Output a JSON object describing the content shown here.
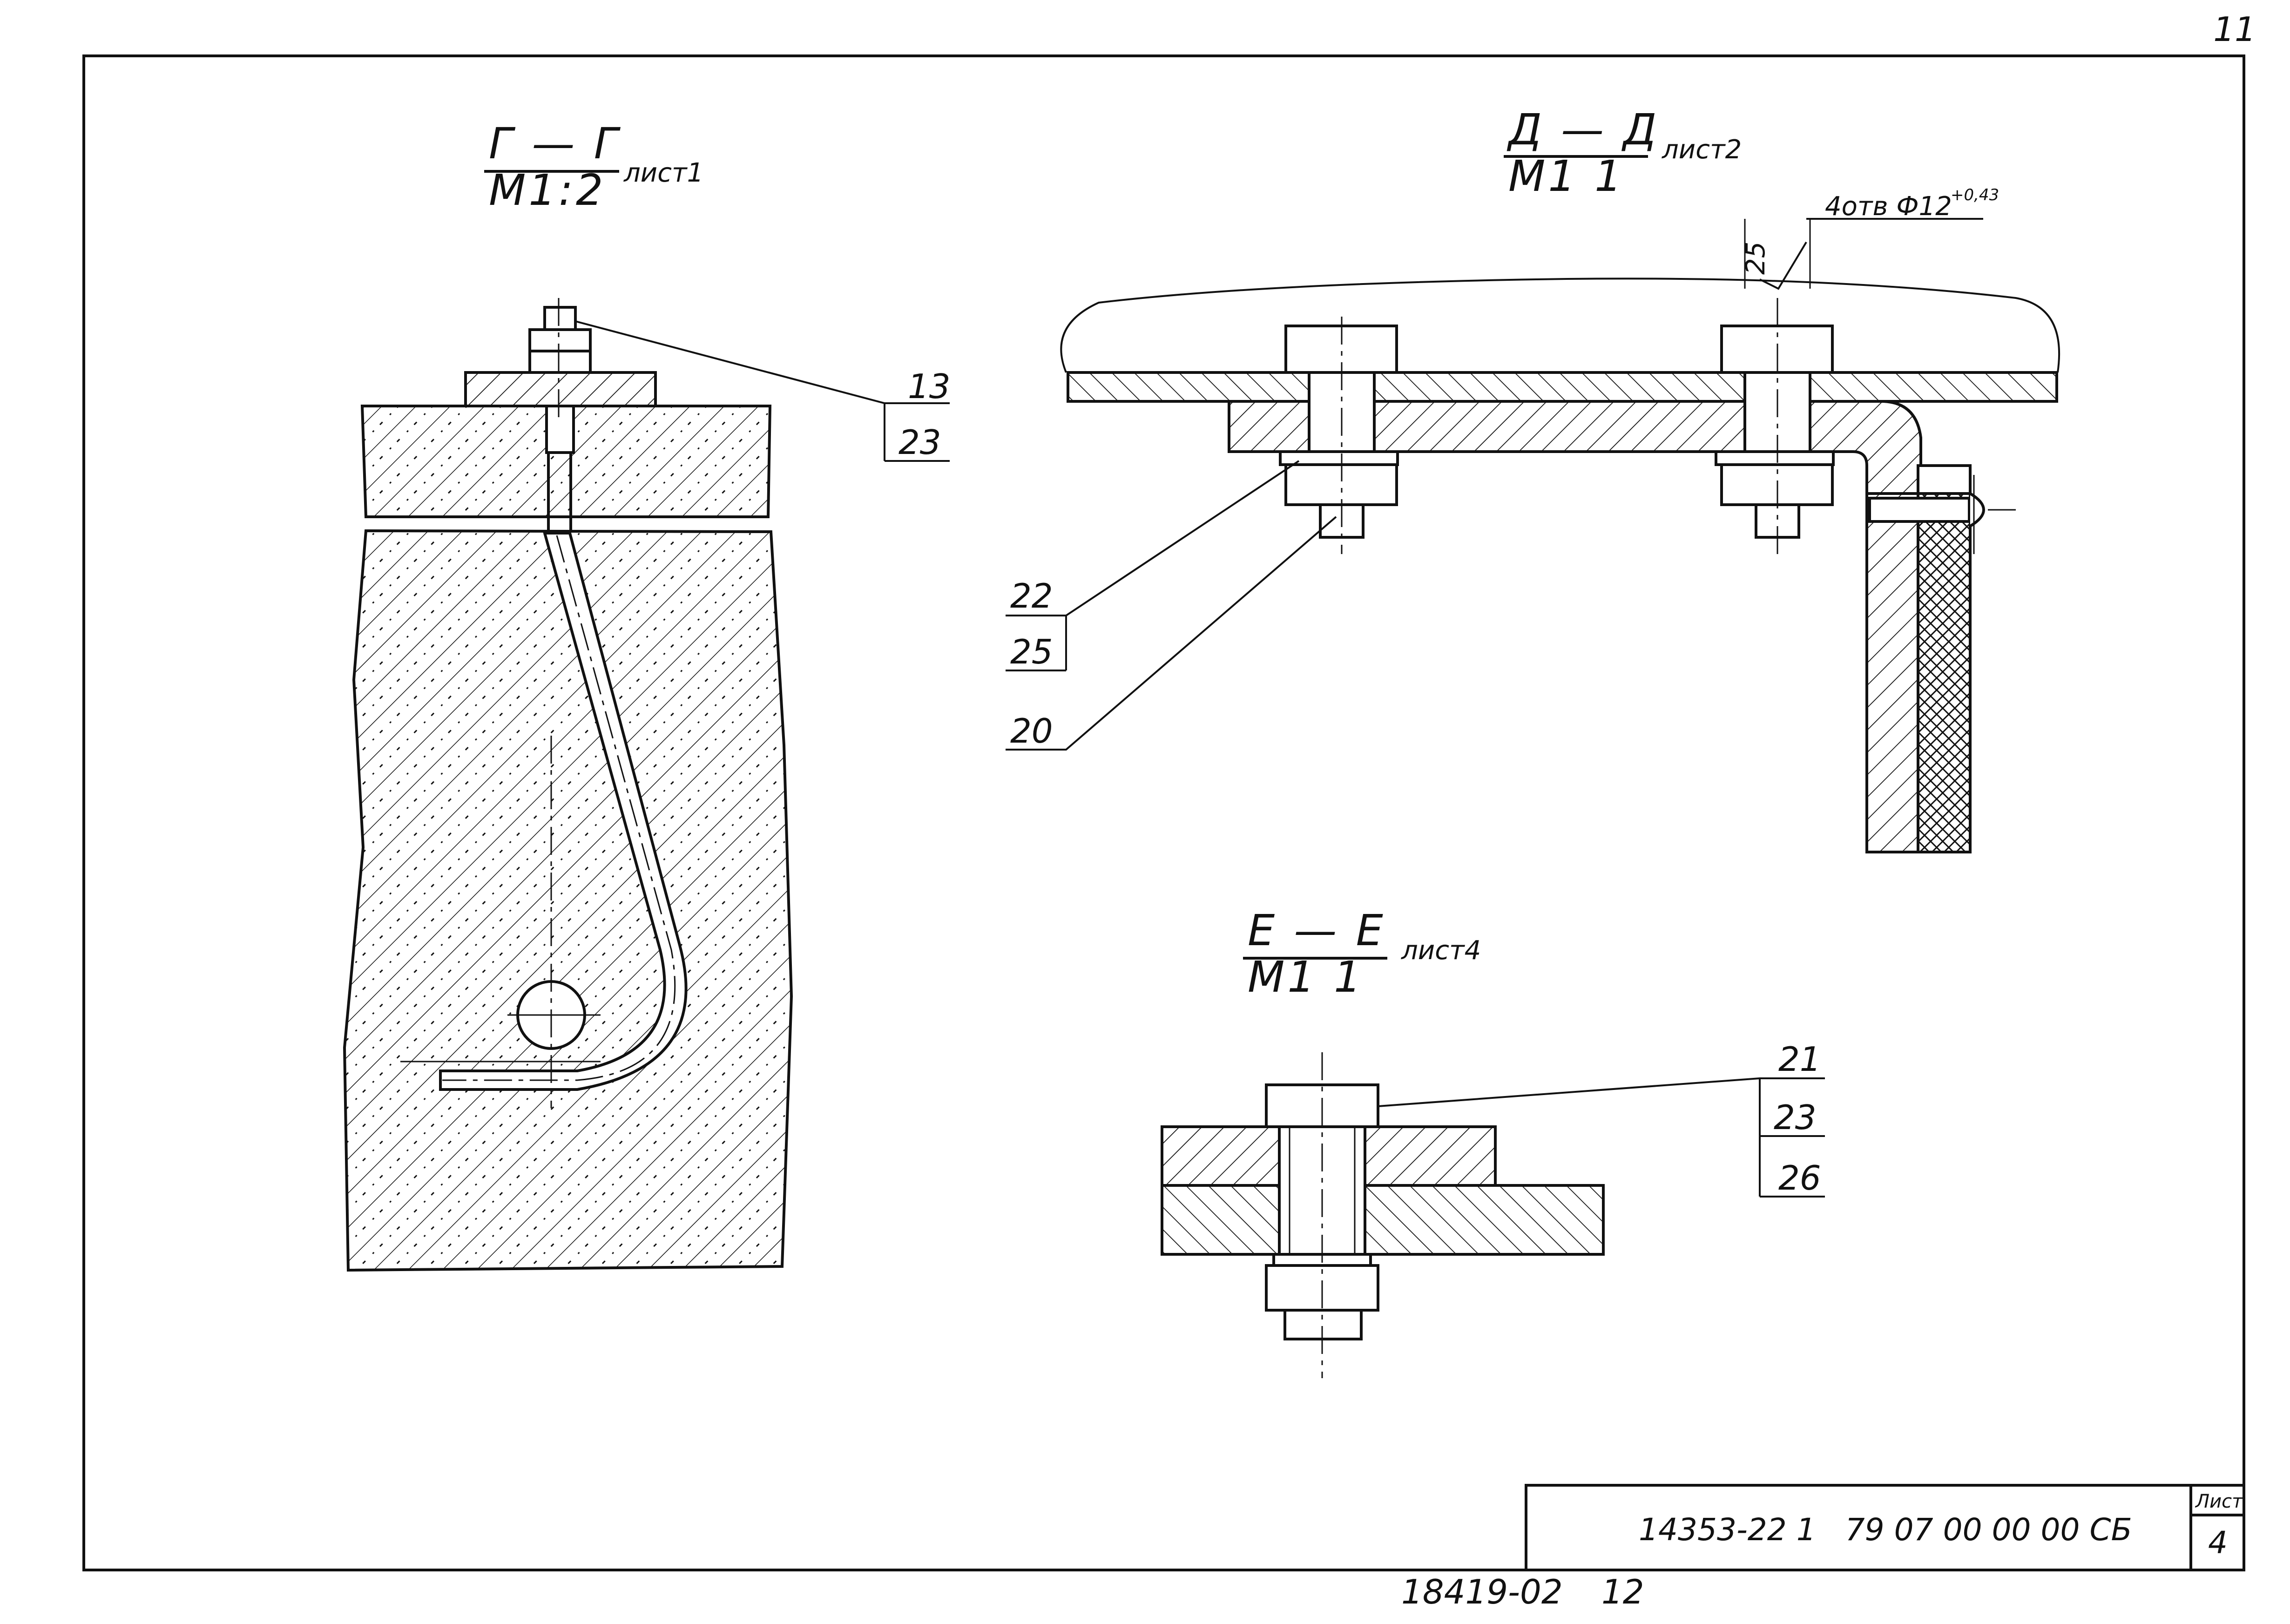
{
  "page_number": "11",
  "views": {
    "g": {
      "title": "Г — Г",
      "scale": "М1:2",
      "sheet_ref": "лист1",
      "callouts": [
        "13",
        "23"
      ]
    },
    "d": {
      "title": "Д — Д",
      "scale": "М1 1",
      "sheet_ref": "лист2",
      "hole_note": "4отв Ф12",
      "hole_tol": "+0,43",
      "roughness": "25",
      "callouts": [
        "22",
        "25",
        "20"
      ]
    },
    "e": {
      "title": "Е — Е",
      "scale": "М1 1",
      "sheet_ref": "лист4",
      "callouts": [
        "21",
        "23",
        "26"
      ]
    }
  },
  "title_block": {
    "designation": "14353-22 1   79 07 00 00 00 СБ",
    "sheet_label": "Лист",
    "sheet_number": "4"
  },
  "footer": {
    "inventory": "18419-02",
    "page": "12"
  }
}
